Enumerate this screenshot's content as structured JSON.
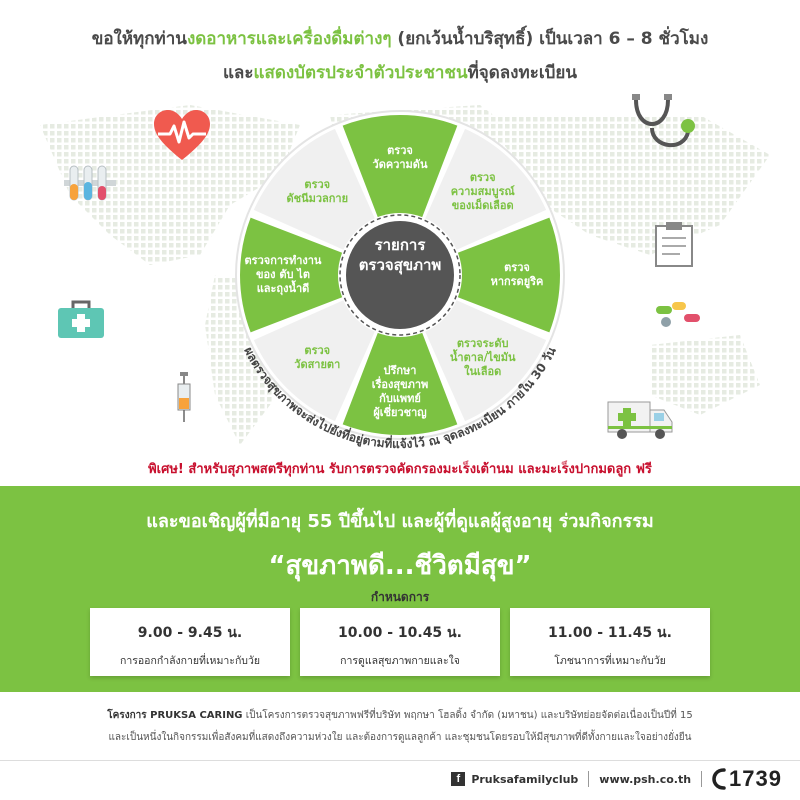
{
  "intro": {
    "line1_pre": "ขอให้ทุกท่าน",
    "line1_hl": "งดอาหารและเครื่องดื่มต่างๆ",
    "line1_post": " (ยกเว้นน้ำบริสุทธิ์) เป็นเวลา 6 – 8 ชั่วโมง",
    "line2_pre": "และ",
    "line2_hl": "แสดงบัตรประจำตัวประชาชน",
    "line2_post": "ที่จุดลงทะเบียน"
  },
  "wheel": {
    "center_line1": "รายการ",
    "center_line2": "ตรวจสุขภาพ",
    "segments": [
      {
        "line1": "ตรวจ",
        "line2": "วัดความดัน",
        "line3": "",
        "line4": ""
      },
      {
        "line1": "ตรวจ",
        "line2": "ความสมบูรณ์",
        "line3": "ของเม็ดเลือด",
        "line4": ""
      },
      {
        "line1": "ตรวจ",
        "line2": "หากรดยูริค",
        "line3": "",
        "line4": ""
      },
      {
        "line1": "ตรวจระดับ",
        "line2": "น้ำตาล/ไขมัน",
        "line3": "ในเลือด",
        "line4": ""
      },
      {
        "line1": "ปรึกษา",
        "line2": "เรื่องสุขภาพ",
        "line3": "กับแพทย์",
        "line4": "ผู้เชี่ยวชาญ"
      },
      {
        "line1": "ตรวจ",
        "line2": "วัดสายตา",
        "line3": "",
        "line4": ""
      },
      {
        "line1": "ตรวจการทำงาน",
        "line2": "ของ ตับ ไต",
        "line3": "และถุงน้ำดี",
        "line4": ""
      },
      {
        "line1": "ตรวจ",
        "line2": "ดัชนีมวลกาย",
        "line3": "",
        "line4": ""
      }
    ],
    "arc_text": "ผลตรวจสุขภาพจะส่งไปยังที่อยู่ตามที่แจ้งไว้ ณ จุดลงทะเบียน ภายใน 30 วัน"
  },
  "special": "พิเศษ! สำหรับสุภาพสตรีทุกท่าน รับการตรวจคัดกรองมะเร็งเต้านม และมะเร็งปากมดลูก ฟรี",
  "invite": "และขอเชิญผู้ที่มีอายุ 55 ปีขึ้นไป และผู้ที่ดูแลผู้สูงอายุ ร่วมกิจกรรม",
  "quote": "“สุขภาพดี...ชีวิตมีสุข”",
  "schedule_title": "กำหนดการ",
  "schedule": [
    {
      "time": "9.00 - 9.45 น.",
      "activity": "การออกกำลังกายที่เหมาะกับวัย"
    },
    {
      "time": "10.00 - 10.45 น.",
      "activity": "การดูแลสุขภาพกายและใจ"
    },
    {
      "time": "11.00 - 11.45 น.",
      "activity": "โภชนาการที่เหมาะกับวัย"
    }
  ],
  "note": {
    "bold": "โครงการ PRUKSA CARING",
    "line1_rest": " เป็นโครงการตรวจสุขภาพฟรีที่บริษัท พฤกษา โฮลดิ้ง จำกัด (มหาชน) และบริษัทย่อยจัดต่อเนื่องเป็นปีที่ 15",
    "line2": "และเป็นหนึ่งในกิจกรรมเพื่อสังคมที่แสดงถึงความห่วงใย และต้องการดูแลลูกค้า และชุมชนโดยรอบให้มีสุขภาพที่ดีทั้งกายและใจอย่างยั่งยืน"
  },
  "footer": {
    "fb_glyph": "f",
    "facebook": "Pruksafamilyclub",
    "website": "www.psh.co.th",
    "hotline": "1739"
  },
  "colors": {
    "green": "#7cc242",
    "grey_segment": "#f0f0f0",
    "center": "#555555",
    "red": "#c8102e"
  }
}
